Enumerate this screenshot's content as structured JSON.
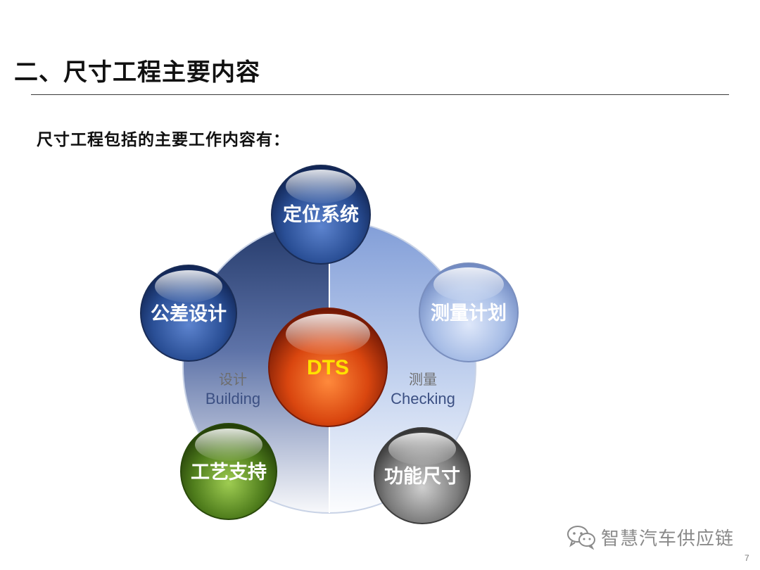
{
  "slide": {
    "title": "二、尺寸工程主要内容",
    "intro": "尺寸工程包括的主要工作内容有：",
    "page_number": "7"
  },
  "diagram": {
    "center": {
      "label": "DTS",
      "color": "#d9460f",
      "label_color": "#ffe200"
    },
    "orbs": [
      {
        "label": "定位系统",
        "color": "#2a4f96"
      },
      {
        "label": "测量计划",
        "color": "#a7bde6"
      },
      {
        "label": "功能尺寸",
        "color": "#7d7d7d"
      },
      {
        "label": "工艺支持",
        "color": "#4f7d1c"
      },
      {
        "label": "公差设计",
        "color": "#2a4f96"
      }
    ],
    "left_zone": {
      "cn": "设计",
      "en": "Building"
    },
    "right_zone": {
      "cn": "测量",
      "en": "Checking"
    }
  },
  "watermark": {
    "icon": "wechat-icon",
    "text": "智慧汽车供应链"
  }
}
